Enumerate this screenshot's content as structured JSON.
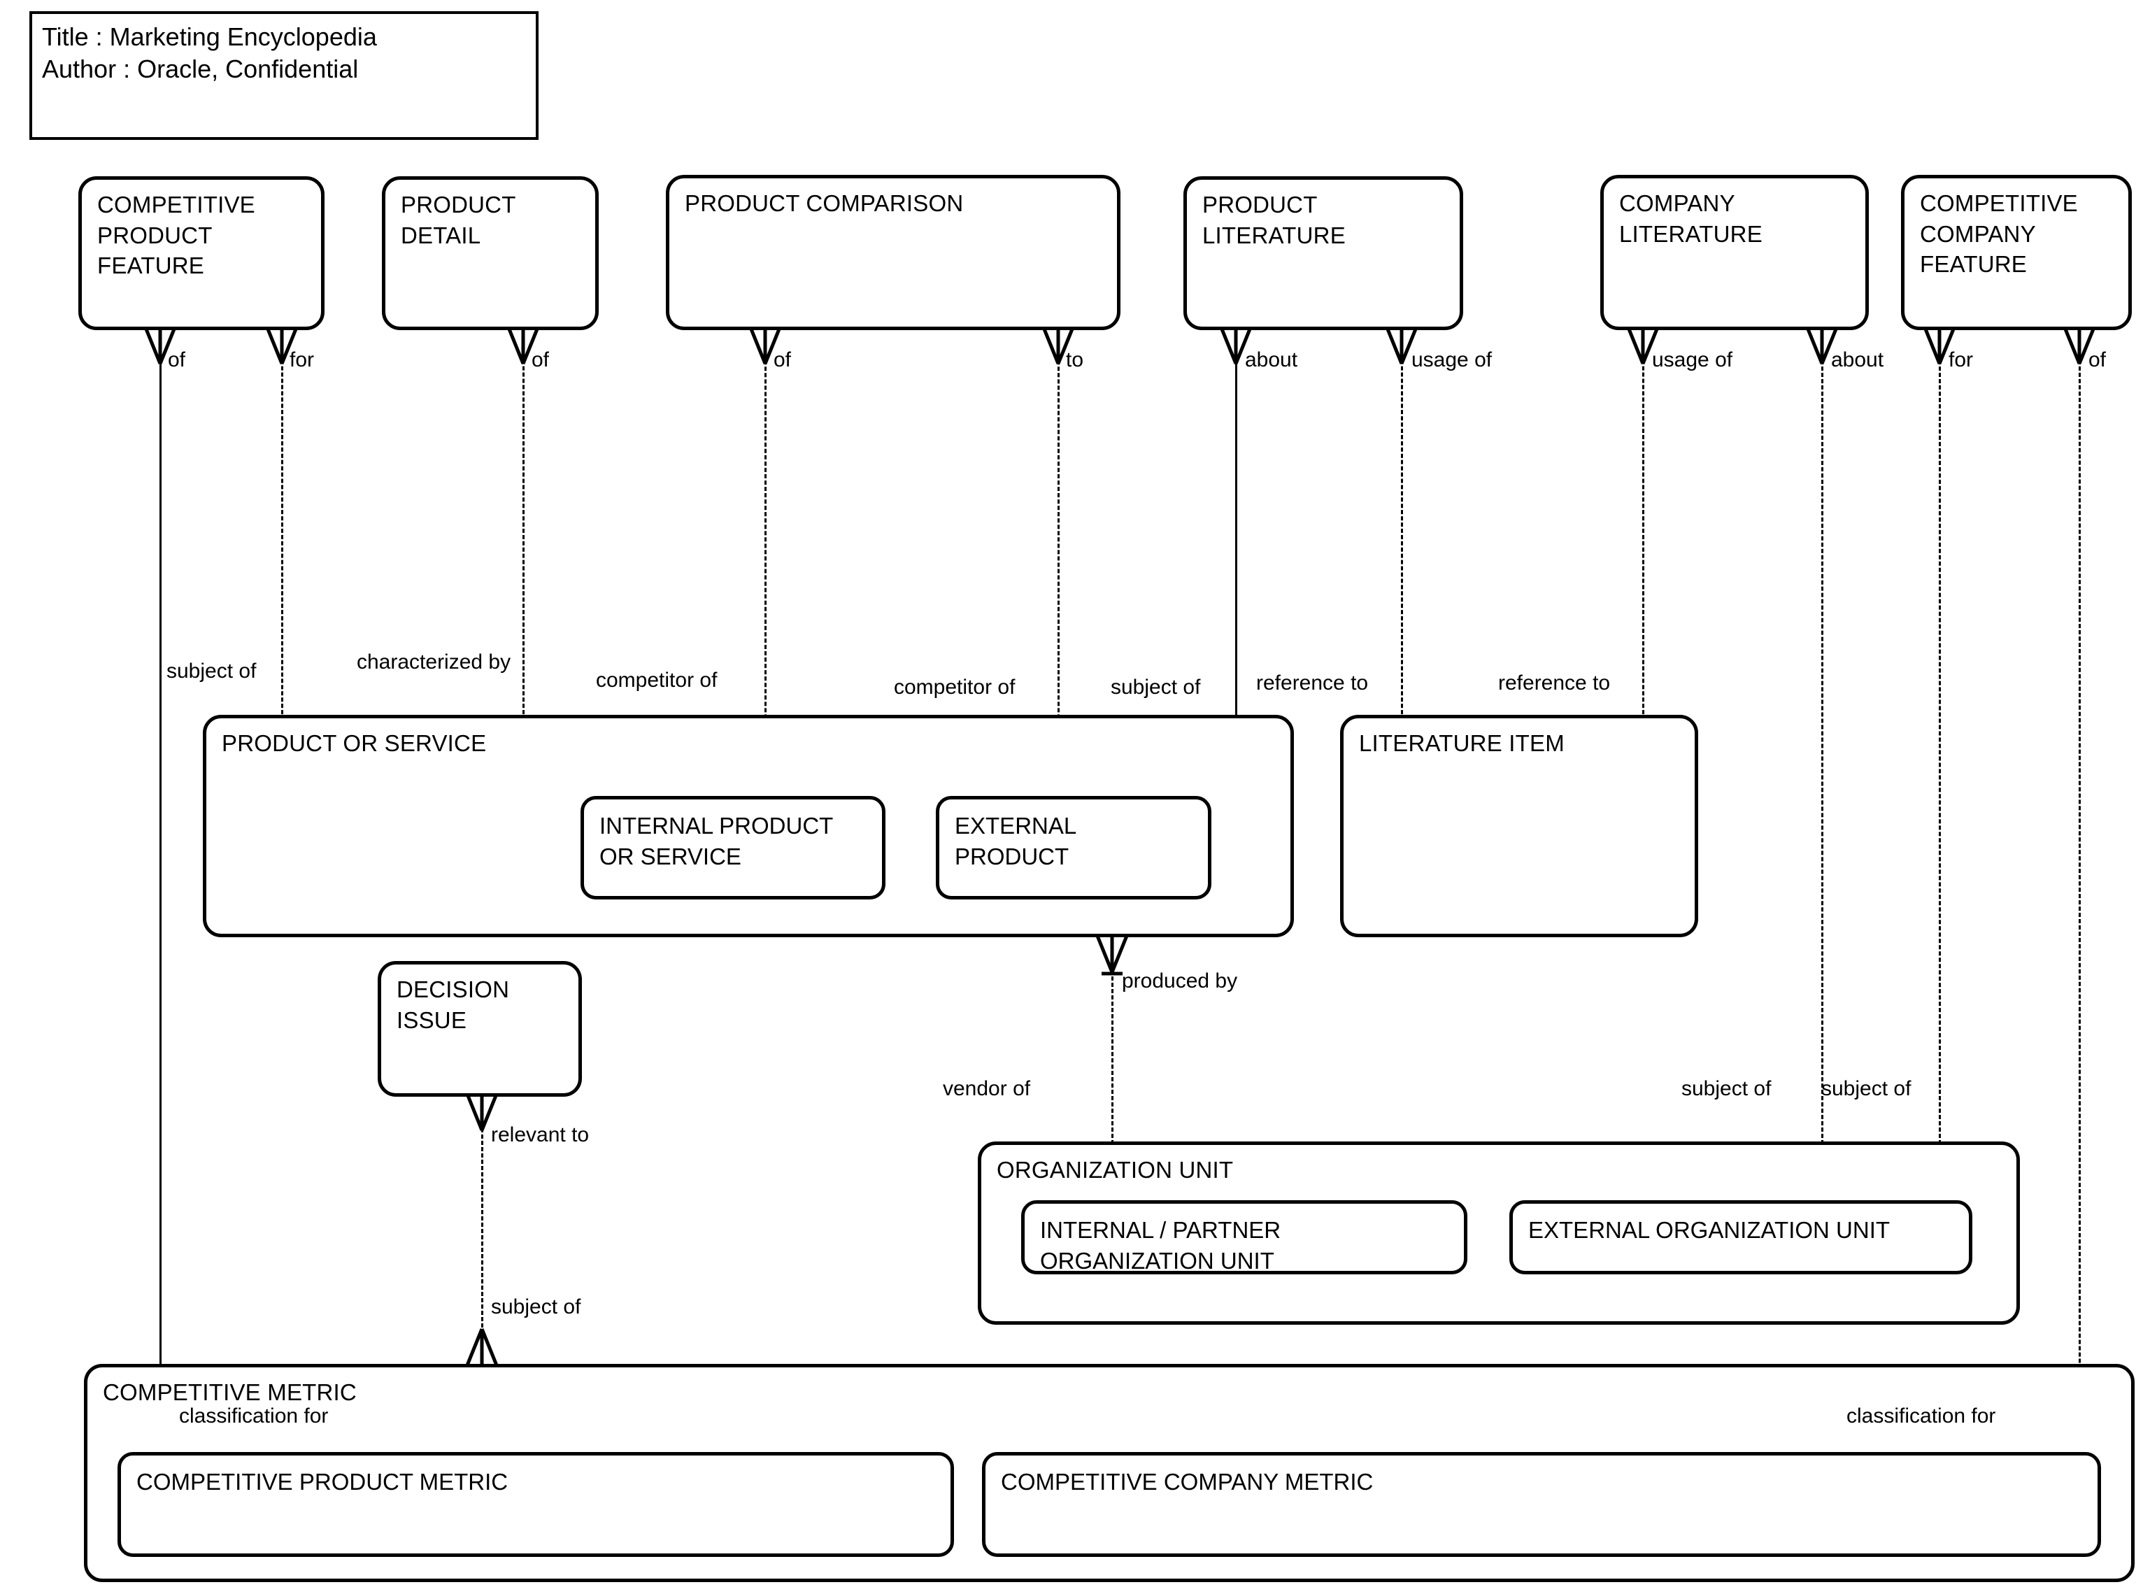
{
  "diagram": {
    "kind": "entity-relationship-diagram",
    "title_block": {
      "title_label": "Title : Marketing Encyclopedia",
      "author_label": "Author : Oracle, Confidential"
    },
    "entities": [
      {
        "id": "competitive-product-feature",
        "name": "COMPETITIVE\nPRODUCT\nFEATURE"
      },
      {
        "id": "product-detail",
        "name": "PRODUCT\nDETAIL"
      },
      {
        "id": "product-comparison",
        "name": "PRODUCT COMPARISON"
      },
      {
        "id": "product-literature",
        "name": "PRODUCT\nLITERATURE"
      },
      {
        "id": "company-literature",
        "name": "COMPANY\nLITERATURE"
      },
      {
        "id": "competitive-company-feature",
        "name": "COMPETITIVE\nCOMPANY\nFEATURE"
      },
      {
        "id": "product-or-service",
        "name": "PRODUCT OR SERVICE"
      },
      {
        "id": "internal-product-or-service",
        "name": "INTERNAL PRODUCT\nOR SERVICE"
      },
      {
        "id": "external-product",
        "name": "EXTERNAL\nPRODUCT"
      },
      {
        "id": "literature-item",
        "name": "LITERATURE ITEM"
      },
      {
        "id": "decision-issue",
        "name": "DECISION\nISSUE"
      },
      {
        "id": "organization-unit",
        "name": "ORGANIZATION UNIT"
      },
      {
        "id": "internal-partner-organization-unit",
        "name": "INTERNAL / PARTNER\nORGANIZATION UNIT"
      },
      {
        "id": "external-organization-unit",
        "name": "EXTERNAL ORGANIZATION UNIT"
      },
      {
        "id": "competitive-metric",
        "name": "COMPETITIVE METRIC"
      },
      {
        "id": "competitive-product-metric",
        "name": "COMPETITIVE PRODUCT METRIC"
      },
      {
        "id": "competitive-company-metric",
        "name": "COMPETITIVE COMPANY METRIC"
      }
    ],
    "relationship_labels": {
      "r01": "of",
      "r02": "for",
      "r03": "of",
      "r04": "of",
      "r05": "to",
      "r06": "about",
      "r07": "usage of",
      "r08": "usage of",
      "r09": "about",
      "r10": "for",
      "r11": "of",
      "r12": "subject of",
      "r13": "characterized by",
      "r14": "competitor of",
      "r15": "competitor of",
      "r16": "subject of",
      "r17": "reference to",
      "r18": "reference to",
      "r19": "produced by",
      "r20": "vendor of",
      "r21": "relevant to",
      "r22": "subject of",
      "r23": "subject of",
      "r24": "subject of",
      "r25": "classification for",
      "r26": "classification for"
    },
    "colors": {
      "stroke": "#000000",
      "background": "#ffffff"
    }
  }
}
